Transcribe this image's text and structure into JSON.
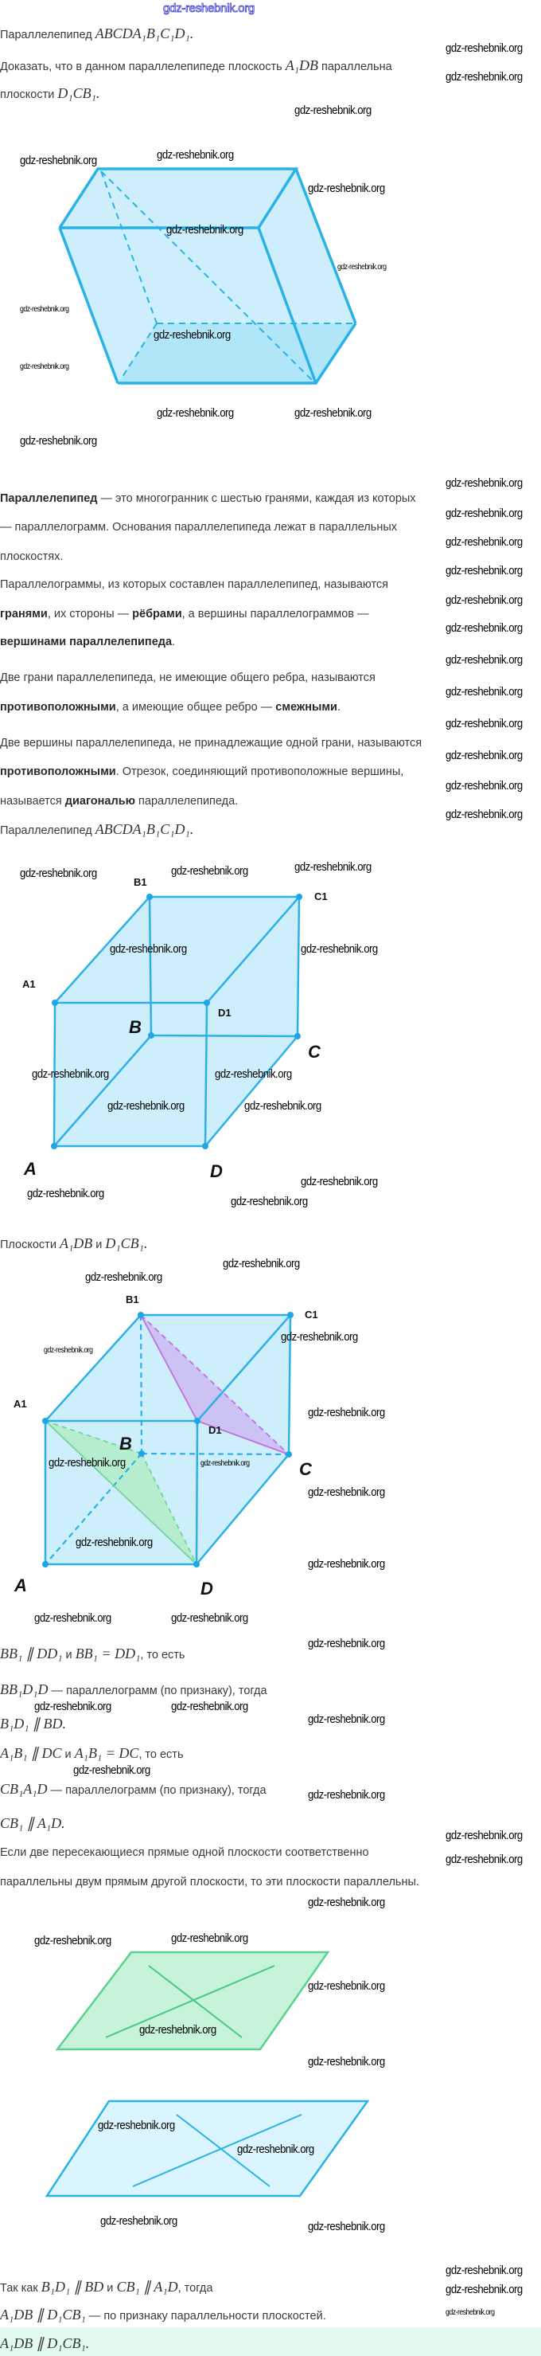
{
  "header": {
    "site": "gdz-reshebnik.org"
  },
  "watermark": "gdz-reshebnik.org",
  "task": {
    "l1_text": "Параллелепипед ",
    "l1_math": "ABCDA₁B₁C₁D₁.",
    "l2_text": "Доказать, что в данном параллелепипеде плоскость ",
    "l2_math": "A₁DB",
    "l2_text2": " параллельна",
    "l3_text": "плоскости ",
    "l3_math": "D₁CB₁."
  },
  "theory": {
    "p1_bold": "Параллелепипед",
    "p1_rest": " — это многогранник с шестью гранями, каждая из которых",
    "p1_l2": "— параллелограмм. Основания параллелепипеда лежат в параллельных",
    "p1_l3": "плоскостях.",
    "p2_l1": "Параллелограммы, из которых составлен параллелепипед, называются",
    "p2_b1": "гранями",
    "p2_t1": ", их стороны — ",
    "p2_b2": "рёбрами",
    "p2_t2": ", а вершины параллелограммов —",
    "p2_b3": "вершинами параллелепипеда",
    "p2_t3": ".",
    "p3_l1": "Две грани параллелепипеда, не имеющие общего ребра, называются",
    "p3_b1": "противоположными",
    "p3_t1": ", а имеющие общее ребро — ",
    "p3_b2": "смежными",
    "p3_t2": ".",
    "p4_l1": "Две вершины параллелепипеда, не принадлежащие одной грани, называются",
    "p4_b1": "противоположными",
    "p4_t1": ". Отрезок, соединяющий противоположные вершины,",
    "p4_t2": "называется ",
    "p4_b2": "диагональю",
    "p4_t3": " параллелепипеда.",
    "p5_text": "Параллелепипед ",
    "p5_math": "ABCDA₁B₁C₁D₁."
  },
  "figure2": {
    "A": "A",
    "B": "B",
    "C": "C",
    "D": "D",
    "A1": "A",
    "B1": "B",
    "C1": "C",
    "D1": "D",
    "sub": "1"
  },
  "planes": {
    "text": "Плоскости ",
    "m1": "A₁DB",
    "and": " и ",
    "m2": "D₁CB₁."
  },
  "proof": {
    "s1_m1": "BB₁ ∥ DD₁",
    "s1_t1": " и ",
    "s1_m2": "BB₁ = DD₁",
    "s1_t2": ", то есть",
    "s2_m": "BB₁D₁D",
    "s2_t": " — параллелограмм (по признаку), тогда",
    "s3_m": "B₁D₁ ∥ BD.",
    "s4_m1": "A₁B₁ ∥ DC",
    "s4_t1": " и ",
    "s4_m2": "A₁B₁ = DC",
    "s4_t2": ", то есть",
    "s5_m": "CB₁A₁D",
    "s5_t": " — параллелограмм (по признаку), тогда",
    "s6_m": "CB₁ ∥ A₁D.",
    "theorem_l1": "Если две пересекающиеся прямые одной плоскости соответственно",
    "theorem_l2": "параллельны двум прямым другой плоскости, то эти плоскости параллельны.",
    "c1_t1": "Так как ",
    "c1_m1": "B₁D₁ ∥ BD",
    "c1_t2": " и ",
    "c1_m2": "CB₁ ∥ A₁D",
    "c1_t3": ", тогда",
    "c2_m": "A₁DB ∥ D₁CB₁",
    "c2_t": " — по признаку параллельности плоскостей.",
    "answer": "A₁DB ∥ D₁CB₁."
  },
  "colors": {
    "edge": "#29b3e4",
    "fill": "#cbeefa",
    "green": "#4fd08a",
    "purple": "#c16fe0"
  }
}
